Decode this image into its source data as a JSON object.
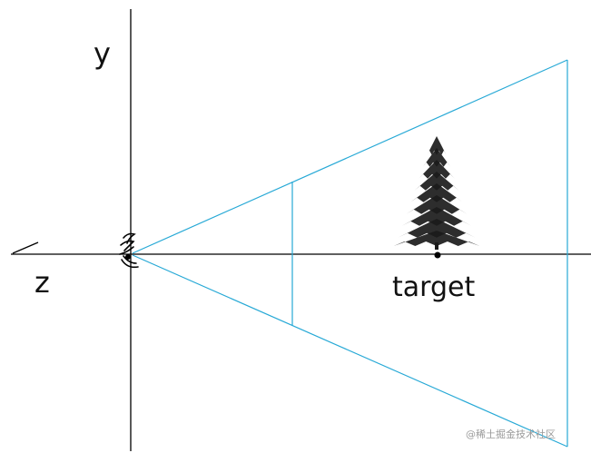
{
  "labels": {
    "y_axis": "y",
    "z_axis": "z",
    "target": "target"
  },
  "watermark": "@稀土掘金技术社区",
  "colors": {
    "axis": "#000000",
    "frustum": "#27a9d6",
    "tree": "#1b1b1b",
    "watermark": "#9a9a9a"
  },
  "icons": {
    "camera_eye": "eye-icon",
    "tree": "tree-icon",
    "target_point": "target-dot-icon"
  }
}
